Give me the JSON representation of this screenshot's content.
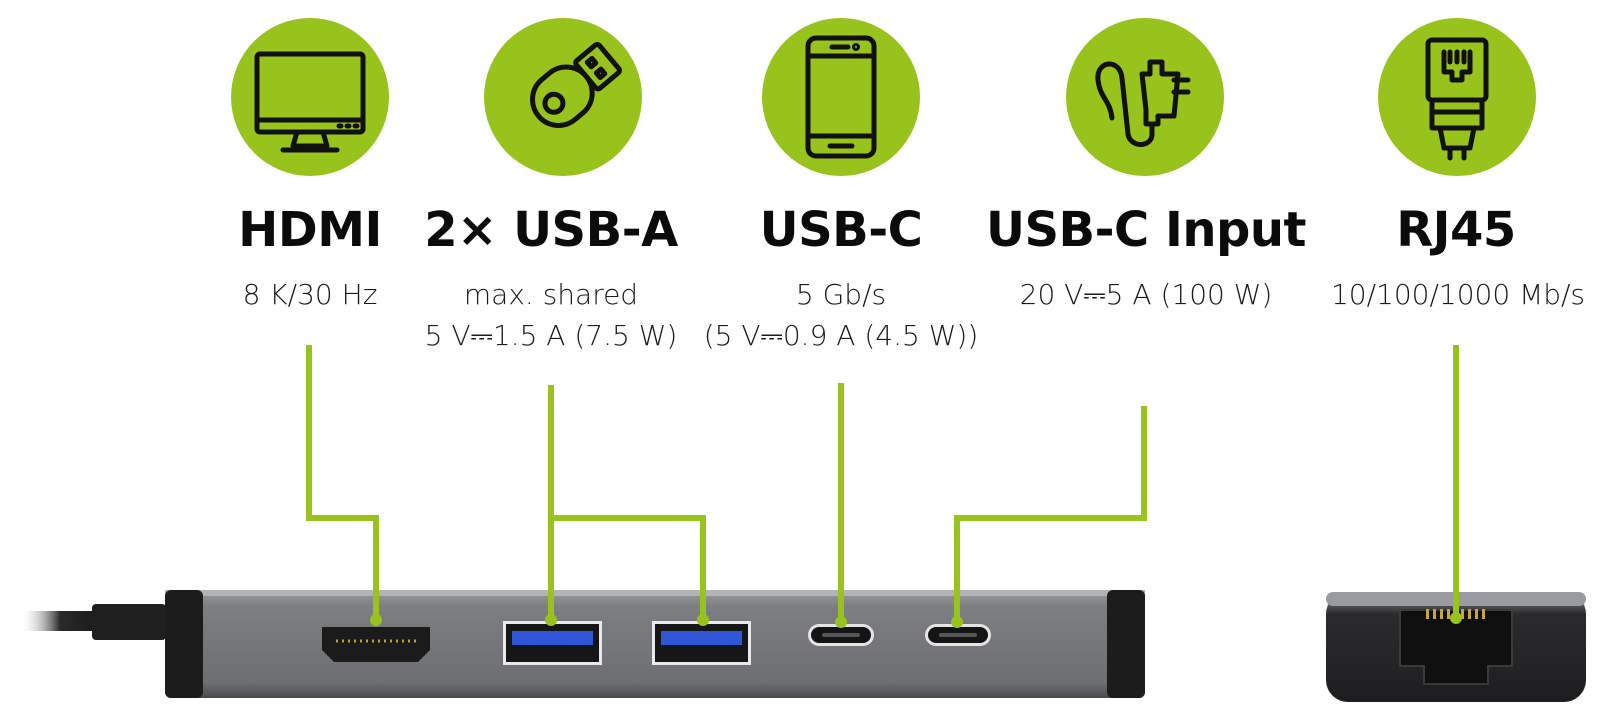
{
  "accent_color": "#97c31c",
  "ports": [
    {
      "icon": "monitor-icon",
      "title": "HDMI",
      "specs": [
        "8 K/30 Hz"
      ]
    },
    {
      "icon": "usb-stick-icon",
      "title": "2× USB-A",
      "specs": [
        "max. shared",
        "5 V⎓1.5 A (7.5 W)"
      ]
    },
    {
      "icon": "smartphone-icon",
      "title": "USB-C",
      "specs": [
        "5 Gb/s",
        "(5 V⎓0.9 A (4.5 W))"
      ]
    },
    {
      "icon": "power-adapter-icon",
      "title": "USB-C Input",
      "specs": [
        "20 V⎓5 A (100 W)"
      ]
    },
    {
      "icon": "ethernet-plug-icon",
      "title": "RJ45",
      "specs": [
        "10/100/1000 Mb/s"
      ]
    }
  ]
}
